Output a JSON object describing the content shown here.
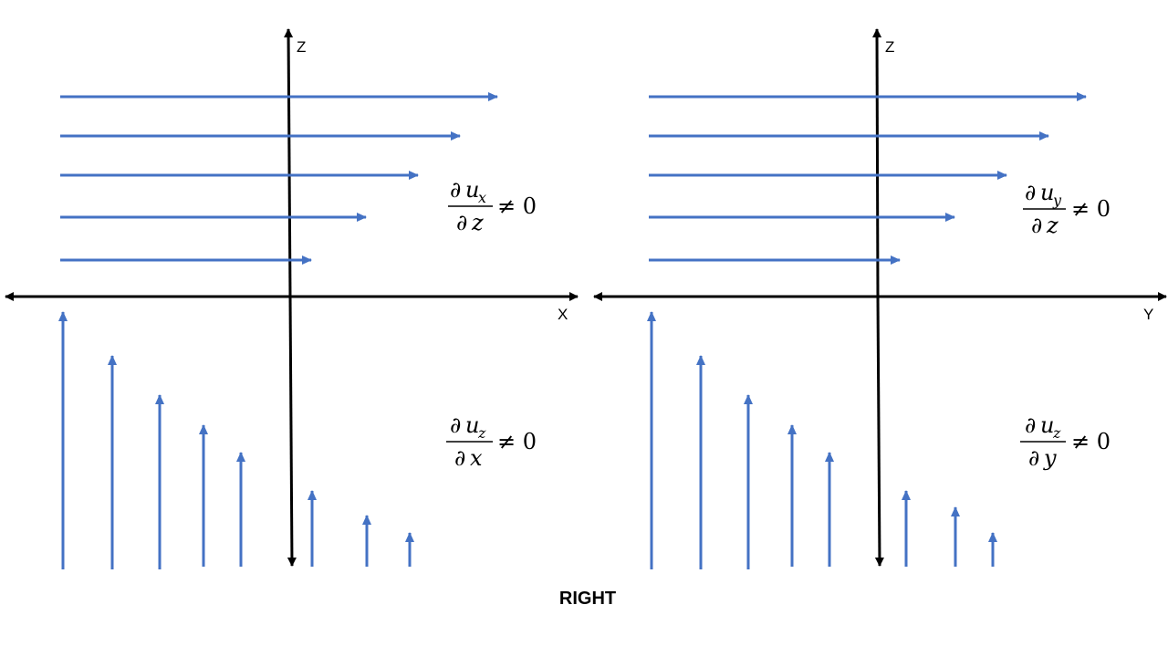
{
  "caption": "RIGHT",
  "colors": {
    "flow": "#4472c4",
    "axis": "#000000"
  },
  "panels": [
    {
      "horizontal_axis_label": "X",
      "vertical_axis_label": "Z",
      "upper_eq": {
        "d1": "∂",
        "var": "u",
        "sub": "x",
        "d2": "∂",
        "den": "z",
        "rel": "≠ 0"
      },
      "lower_eq": {
        "d1": "∂",
        "var": "u",
        "sub": "z",
        "d2": "∂",
        "den": "x",
        "rel": "≠ 0"
      }
    },
    {
      "horizontal_axis_label": "Y",
      "vertical_axis_label": "Z",
      "upper_eq": {
        "d1": "∂",
        "var": "u",
        "sub": "y",
        "d2": "∂",
        "den": "z",
        "rel": "≠ 0"
      },
      "lower_eq": {
        "d1": "∂",
        "var": "u",
        "sub": "z",
        "d2": "∂",
        "den": "y",
        "rel": "≠ 0"
      }
    }
  ]
}
